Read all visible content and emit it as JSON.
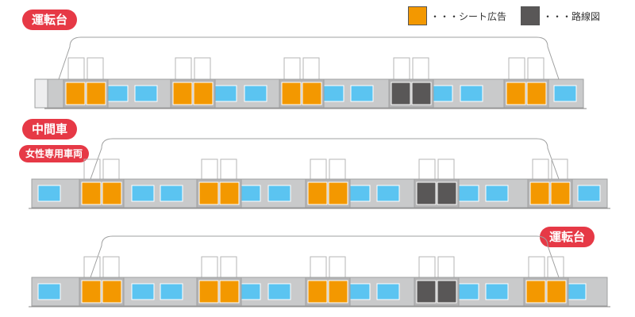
{
  "labels": {
    "car1": "運転台",
    "car2": "中間車",
    "car2_sub": "女性専用車両",
    "car3": "運転台"
  },
  "legend": [
    {
      "text": "・・・シート広告",
      "color": "#f39800"
    },
    {
      "text": "・・・路線図",
      "color": "#595757"
    }
  ],
  "colors": {
    "seat_ad": "#f39800",
    "route_map": "#595757",
    "window": "#5bc4f1",
    "panel": "#c9cacb",
    "accent": "#e63946"
  },
  "cars": [
    {
      "ad_doors": [
        1,
        2,
        3,
        5
      ],
      "map_door": 4
    },
    {
      "ad_doors": [
        1,
        2,
        3,
        5
      ],
      "map_door": 4
    },
    {
      "ad_doors": [
        1,
        2,
        3,
        5
      ],
      "map_door": 4
    }
  ]
}
